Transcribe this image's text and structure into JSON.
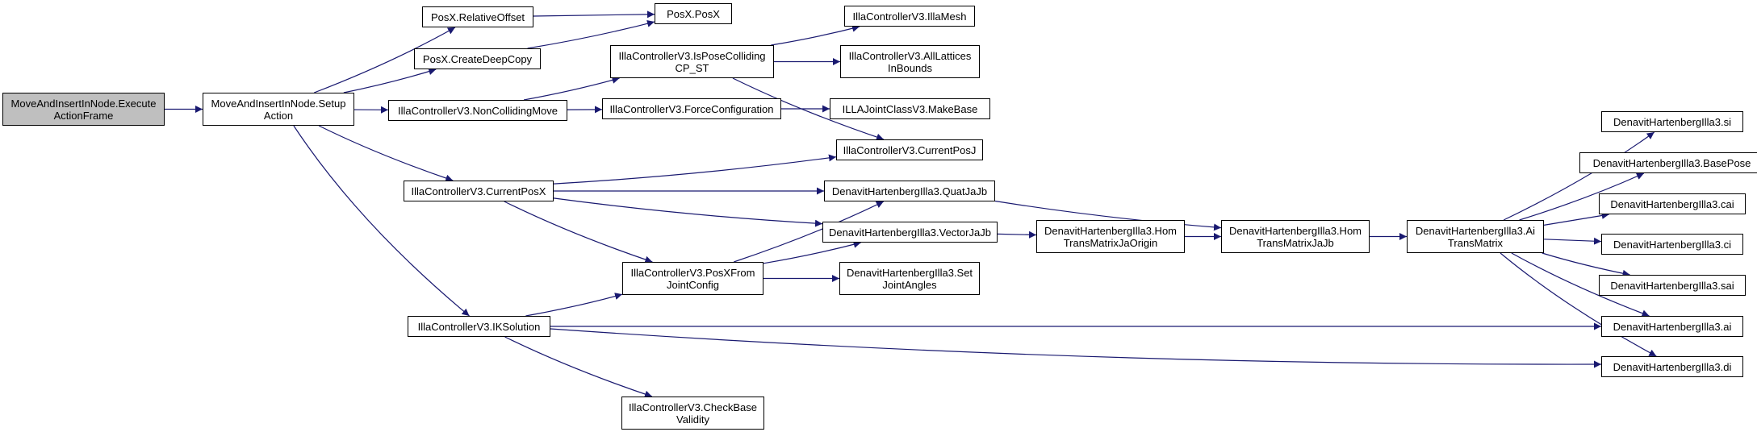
{
  "colors": {
    "edge": "#191970",
    "node_border": "#000000",
    "root_fill": "#bfbfbf",
    "node_fill": "#ffffff"
  },
  "nodes": {
    "root": [
      "MoveAndInsertInNode.Execute",
      "ActionFrame"
    ],
    "setup": [
      "MoveAndInsertInNode.Setup",
      "Action"
    ],
    "relative_offset": [
      "PosX.RelativeOffset"
    ],
    "create_deep_copy": [
      "PosX.CreateDeepCopy"
    ],
    "posx_posx": [
      "PosX.PosX"
    ],
    "non_colliding_move": [
      "IllaControllerV3.NonCollidingMove"
    ],
    "is_pose_colliding": [
      "IllaControllerV3.IsPoseColliding",
      "CP_ST"
    ],
    "force_configuration": [
      "IllaControllerV3.ForceConfiguration"
    ],
    "illa_mesh": [
      "IllaControllerV3.IllaMesh"
    ],
    "all_lattices": [
      "IllaControllerV3.AllLattices",
      "InBounds"
    ],
    "make_base": [
      "ILLAJointClassV3.MakeBase"
    ],
    "current_posj": [
      "IllaControllerV3.CurrentPosJ"
    ],
    "current_posx": [
      "IllaControllerV3.CurrentPosX"
    ],
    "quat_ja_jb": [
      "DenavitHartenbergIlla3.QuatJaJb"
    ],
    "vector_ja_jb": [
      "DenavitHartenbergIlla3.VectorJaJb"
    ],
    "hom_trans_origin": [
      "DenavitHartenbergIlla3.Hom",
      "TransMatrixJaOrigin"
    ],
    "hom_trans_jb": [
      "DenavitHartenbergIlla3.Hom",
      "TransMatrixJaJb"
    ],
    "ai_trans": [
      "DenavitHartenbergIlla3.Ai",
      "TransMatrix"
    ],
    "posx_from_joint": [
      "IllaControllerV3.PosXFrom",
      "JointConfig"
    ],
    "set_joint_angles": [
      "DenavitHartenbergIlla3.Set",
      "JointAngles"
    ],
    "ik_solution": [
      "IllaControllerV3.IKSolution"
    ],
    "check_base": [
      "IllaControllerV3.CheckBase",
      "Validity"
    ],
    "dh_si": [
      "DenavitHartenbergIlla3.si"
    ],
    "dh_base_pose": [
      "DenavitHartenbergIlla3.BasePose"
    ],
    "dh_cai": [
      "DenavitHartenbergIlla3.cai"
    ],
    "dh_ci": [
      "DenavitHartenbergIlla3.ci"
    ],
    "dh_sai": [
      "DenavitHartenbergIlla3.sai"
    ],
    "dh_ai": [
      "DenavitHartenbergIlla3.ai"
    ],
    "dh_di": [
      "DenavitHartenbergIlla3.di"
    ]
  },
  "edges": [
    [
      "root",
      "setup"
    ],
    [
      "setup",
      "relative_offset"
    ],
    [
      "setup",
      "create_deep_copy"
    ],
    [
      "setup",
      "non_colliding_move"
    ],
    [
      "setup",
      "current_posx"
    ],
    [
      "setup",
      "ik_solution"
    ],
    [
      "relative_offset",
      "posx_posx"
    ],
    [
      "create_deep_copy",
      "posx_posx"
    ],
    [
      "non_colliding_move",
      "is_pose_colliding"
    ],
    [
      "non_colliding_move",
      "force_configuration"
    ],
    [
      "is_pose_colliding",
      "illa_mesh"
    ],
    [
      "is_pose_colliding",
      "all_lattices"
    ],
    [
      "is_pose_colliding",
      "current_posj"
    ],
    [
      "force_configuration",
      "make_base"
    ],
    [
      "current_posx",
      "current_posj"
    ],
    [
      "current_posx",
      "quat_ja_jb"
    ],
    [
      "current_posx",
      "vector_ja_jb"
    ],
    [
      "current_posx",
      "posx_from_joint"
    ],
    [
      "quat_ja_jb",
      "hom_trans_jb"
    ],
    [
      "vector_ja_jb",
      "hom_trans_origin"
    ],
    [
      "hom_trans_origin",
      "hom_trans_jb"
    ],
    [
      "hom_trans_jb",
      "ai_trans"
    ],
    [
      "ai_trans",
      "dh_si"
    ],
    [
      "ai_trans",
      "dh_base_pose"
    ],
    [
      "ai_trans",
      "dh_cai"
    ],
    [
      "ai_trans",
      "dh_ci"
    ],
    [
      "ai_trans",
      "dh_sai"
    ],
    [
      "ai_trans",
      "dh_ai"
    ],
    [
      "ai_trans",
      "dh_di"
    ],
    [
      "posx_from_joint",
      "quat_ja_jb"
    ],
    [
      "posx_from_joint",
      "vector_ja_jb"
    ],
    [
      "posx_from_joint",
      "set_joint_angles"
    ],
    [
      "ik_solution",
      "posx_from_joint"
    ],
    [
      "ik_solution",
      "check_base"
    ],
    [
      "ik_solution",
      "dh_ai"
    ],
    [
      "ik_solution",
      "dh_di"
    ]
  ]
}
